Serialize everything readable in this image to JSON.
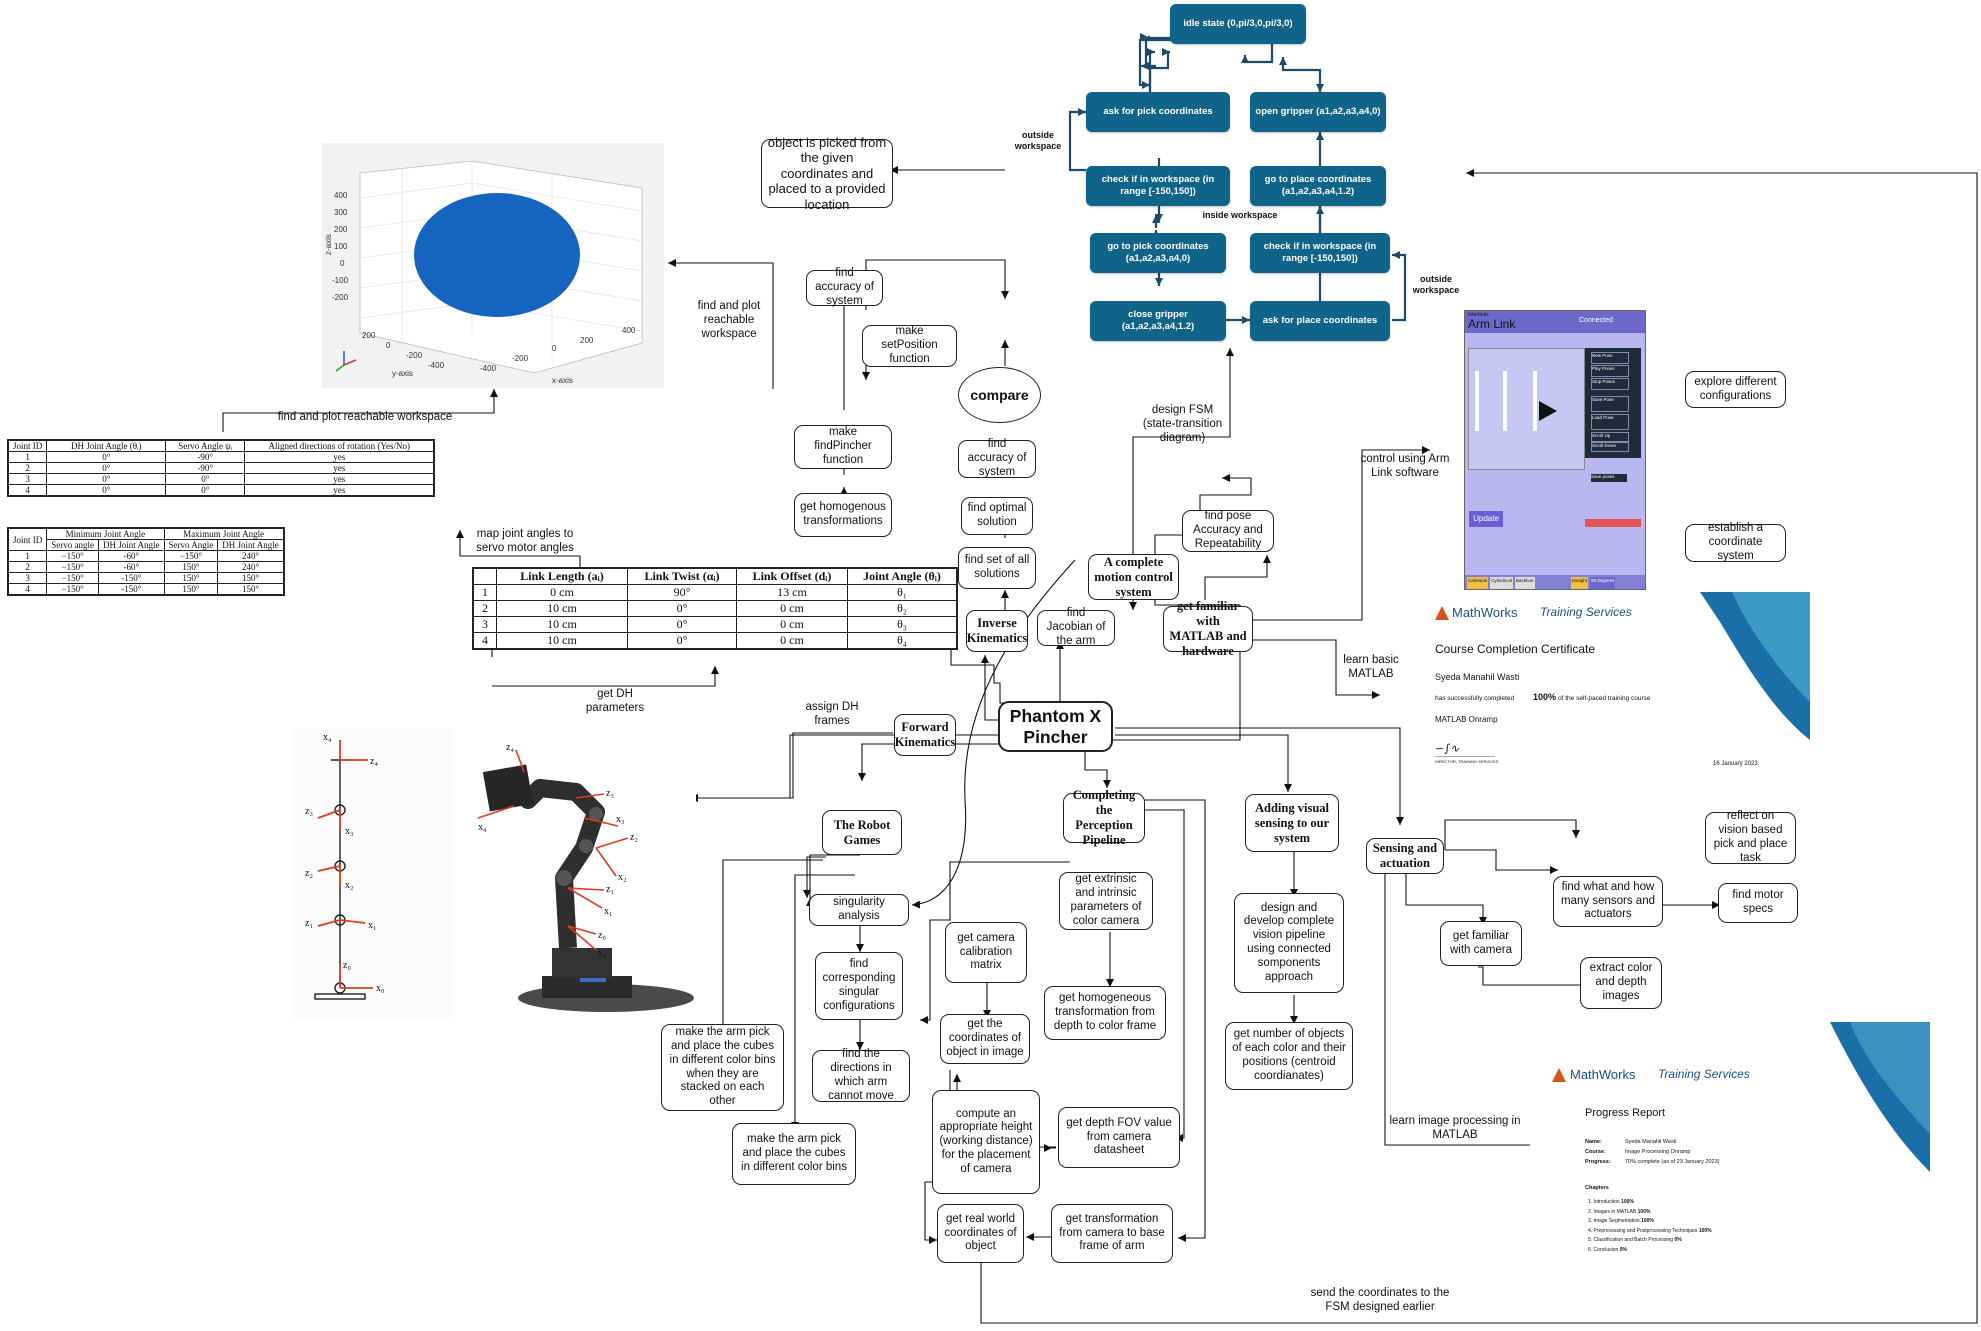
{
  "central": "Phantom X Pincher",
  "nodes": {
    "motion_control": "A complete motion control system",
    "inverse_kinematics": "Inverse Kinematics",
    "forward_kinematics": "Forward Kinematics",
    "robot_games": "The Robot Games",
    "perception": "Completing the Perception Pipeline",
    "visual_sensing": "Adding visual sensing to our system",
    "sensing_actuation": "Sensing and actuation",
    "matlab_hw": "get familiar with MATLAB and hardware",
    "find_jacobian": "find Jacobian of the arm",
    "find_pose": "find pose Accuracy and Repeatability",
    "find_all_sol": "find set of all solutions",
    "find_optimal": "find optimal solution",
    "find_acc_sys": "find accuracy of system",
    "compare": "compare",
    "find_acc_sys2": "find accuracy of system",
    "make_setpos": "make setPosition function",
    "make_findpincher": "make findPincher function",
    "get_homog": "get homogenous transformations",
    "picked_obj": "object is picked from the given coordinates and placed to a provided location",
    "singularity": "singularity analysis",
    "find_singular": "find corresponding singular configurations",
    "find_dirs": "find the directions in which arm cannot move",
    "make_pick1": "make the arm pick and place the cubes in different color bins when they are stacked on each other",
    "make_pick2": "make the arm pick and place the cubes in different color bins",
    "get_extrinsic": "get extrinsic and intrinsic parameters of color camera",
    "get_cam_cal": "get camera calibration matrix",
    "get_homog_depth": "get homogeneous transformation from depth to color frame",
    "get_coords_img": "get the coordinates of object in image",
    "compute_height": "compute an appropriate height (working distance) for the placement of camera",
    "get_depth_fov": "get depth FOV value from camera datasheet",
    "get_real_world": "get real world coordinates of object",
    "get_transform": "get transformation from camera to base frame of arm",
    "design_vision": "design and develop complete vision pipeline using connected somponents approach",
    "get_num_objects": "get number of objects of each color and their positions (centroid coordianates)",
    "reflect_vision": "reflect on vision based pick and place task",
    "find_sensors": "find what and how many sensors and actuators",
    "find_motor": "find motor specs",
    "get_camera": "get familiar with camera",
    "extract_color": "extract color and depth images",
    "explore_configs": "explore different configurations",
    "establish_coord": "establish a coordinate system"
  },
  "edge_labels": {
    "plot_ws_top": "find and plot reachable workspace",
    "plot_ws_bottom": "find and plot reachable workspace",
    "map_joint": "map joint angles to servo motor angles",
    "get_dh": "get DH parameters",
    "assign_dh": "assign DH frames",
    "design_fsm": "design FSM (state-transition diagram)",
    "control_armlink": "control using Arm Link software",
    "learn_matlab": "learn basic MATLAB",
    "learn_image": "learn image processing in MATLAB",
    "send_coords": "send the coordinates to the FSM designed earlier"
  },
  "fsm": {
    "idle": "idle state (0,pi/3,0,pi/3,0)",
    "ask_pick": "ask for pick coordinates",
    "check_pick": "check if in workspace (in range [-150,150])",
    "goto_pick": "go to pick coordinates (a1,a2,a3,a4,0)",
    "close_gripper": "close gripper (a1,a2,a3,a4,1.2)",
    "ask_place": "ask for place coordinates",
    "check_place": "check if in workspace (in range [-150,150])",
    "goto_place": "go to place coordinates (a1,a2,a3,a4,1.2)",
    "open_gripper": "open gripper (a1,a2,a3,a4,0)",
    "outside_ws_left": "outside workspace",
    "outside_ws_right": "outside workspace",
    "inside_ws": "inside workspace"
  },
  "plot3d": {
    "zlabel": "z-axis",
    "ylabel": "y-axis",
    "xlabel": "x-axis",
    "z_ticks": [
      "400",
      "300",
      "200",
      "100",
      "0",
      "-100",
      "-200"
    ],
    "y_ticks": [
      "200",
      "0",
      "-200",
      "-400"
    ],
    "x_ticks": [
      "-400",
      "-200",
      "0",
      "200",
      "400"
    ],
    "sphere_color": "#1565c0"
  },
  "servo_table": {
    "headers": [
      "Joint ID",
      "DH Joint Angle (θᵢ)",
      "Servo Angle ψᵢ",
      "Aligned directions of rotation (Yes/No)"
    ],
    "rows": [
      [
        "1",
        "0°",
        "-90°",
        "yes"
      ],
      [
        "2",
        "0°",
        "-90°",
        "yes"
      ],
      [
        "3",
        "0°",
        "0°",
        "yes"
      ],
      [
        "4",
        "0°",
        "0°",
        "yes"
      ]
    ]
  },
  "limits_table": {
    "h1": [
      "Joint ID",
      "Minimum Joint Angle",
      "Maximum Joint Angle"
    ],
    "h2": [
      "Servo angle",
      "DH Joint Angle",
      "Servo Angle",
      "DH Joint Angle"
    ],
    "rows": [
      [
        "1",
        "−150°",
        "-60°",
        "−150°",
        "240°"
      ],
      [
        "2",
        "−150°",
        "-60°",
        "150°",
        "240°"
      ],
      [
        "3",
        "−150°",
        "-150°",
        "150°",
        "150°"
      ],
      [
        "4",
        "−150°",
        "-150°",
        "150°",
        "150°"
      ]
    ]
  },
  "dh_table": {
    "headers": [
      "Link Length (aᵢ)",
      "Link Twist (αᵢ)",
      "Link Offset (dᵢ)",
      "Joint Angle (θᵢ)"
    ],
    "rows": [
      [
        "1",
        "0 cm",
        "90°",
        "13 cm",
        "θ₁"
      ],
      [
        "2",
        "10 cm",
        "0°",
        "0 cm",
        "θ₂"
      ],
      [
        "3",
        "10 cm",
        "0°",
        "0 cm",
        "θ₃"
      ],
      [
        "4",
        "10 cm",
        "0°",
        "0 cm",
        "θ₄"
      ]
    ]
  },
  "frames": {
    "labels": [
      "x₄",
      "z₄",
      "z₃",
      "x₃",
      "z₂",
      "x₂",
      "z₁",
      "x₁",
      "z₀",
      "x₀"
    ]
  },
  "robot_frames": {
    "labels": [
      "z₄",
      "x₄",
      "z₃",
      "x₃",
      "z₂",
      "x₂",
      "z₁",
      "x₁",
      "z₀",
      "x₀"
    ]
  },
  "armlink": {
    "brand": "Arm Link",
    "brand_top": "Interbotix",
    "status": "Connected",
    "update": "Update",
    "buttons": [
      "New Pose",
      "Play Poses",
      "Stop Poses",
      "Save Pose",
      "Load Pose",
      "Scroll Up",
      "Scroll Down",
      "Save poses"
    ],
    "bottom": [
      "Cartesian",
      "Cylindrical",
      "Backhoe",
      "Straight",
      "90 Degrees"
    ]
  },
  "cert1": {
    "brand": "MathWorks",
    "sub": "Training Services",
    "title": "Course Completion Certificate",
    "name": "Syeda Manahil Wasti",
    "line_pre": "has successfully completed",
    "pct": "100%",
    "line_post": "of the self-paced training course",
    "course": "MATLAB Onramp",
    "sig_caption": "DIRECTOR, TRAINING SERVICES",
    "date": "16 January 2023"
  },
  "cert2": {
    "brand": "MathWorks",
    "sub": "Training Services",
    "title": "Progress Report",
    "name_label": "Name:",
    "name": "Syeda Manahil Wasti",
    "course_label": "Course:",
    "course": "Image Processing Onramp",
    "progress_label": "Progress:",
    "progress": "70% complete (as of 23 January 2023)",
    "chapters_label": "Chapters",
    "chapters": [
      [
        "1. Introduction",
        "100%"
      ],
      [
        "2. Images in MATLAB",
        "100%"
      ],
      [
        "3. Image Segmentation",
        "100%"
      ],
      [
        "4. Preprocessing and Postprocessing Techniques",
        "100%"
      ],
      [
        "5. Classification and Batch Processing",
        "0%"
      ],
      [
        "6. Conclusion",
        "0%"
      ]
    ]
  }
}
